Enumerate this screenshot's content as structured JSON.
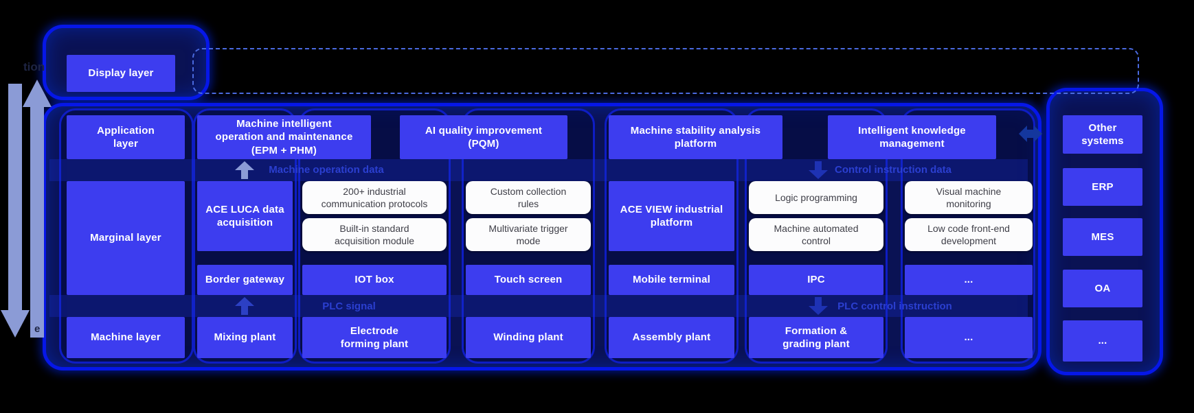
{
  "colors": {
    "background": "#000000",
    "box_blue": "#3D3DEF",
    "container_fill": "#0A1254",
    "container_border": "#0617E8",
    "white_box": "#FCFCFD",
    "white_box_text": "#3E3E47",
    "flow_label_blue": "#2B3FD0",
    "side_arrow": "#8B9BD6",
    "link_arrow": "#14379D",
    "dashed_border": "#4A6AE0"
  },
  "layer_column": {
    "display": "Display layer",
    "application": "Application\nlayer",
    "marginal": "Marginal layer",
    "machine": "Machine layer"
  },
  "application_row": {
    "epm": "Machine intelligent\noperation and maintenance\n(EPM + PHM)",
    "pqm": "AI quality improvement\n(PQM)",
    "stability": "Machine stability analysis\nplatform",
    "knowledge": "Intelligent knowledge\nmanagement"
  },
  "flow_labels": {
    "machine_operation_data": "Machine operation data",
    "control_instruction_data": "Control instruction data",
    "plc_signal": "PLC signal",
    "plc_control_instruction": "PLC control instruction"
  },
  "marginal_row": {
    "ace_luca": "ACE LUCA data\nacquisition",
    "protocols": "200+ industrial\ncommunication protocols",
    "builtin_module": "Built-in standard\nacquisition module",
    "custom_rules": "Custom collection\nrules",
    "multivariate": "Multivariate trigger\nmode",
    "ace_view": "ACE VIEW industrial\nplatform",
    "logic_programming": "Logic programming",
    "machine_automated": "Machine automated\ncontrol",
    "visual_monitoring": "Visual machine\nmonitoring",
    "low_code": "Low code front-end\ndevelopment"
  },
  "gateway_row": {
    "border_gateway": "Border gateway",
    "iot_box": "IOT box",
    "touch_screen": "Touch screen",
    "mobile_terminal": "Mobile terminal",
    "ipc": "IPC",
    "ellipsis": "..."
  },
  "machine_row": {
    "mixing": "Mixing plant",
    "electrode": "Electrode\nforming plant",
    "winding": "Winding plant",
    "assembly": "Assembly plant",
    "formation": "Formation &\ngrading plant",
    "ellipsis": "..."
  },
  "external_column": {
    "other_systems": "Other\nsystems",
    "erp": "ERP",
    "mes": "MES",
    "oa": "OA",
    "ellipsis": "..."
  },
  "fragments": {
    "top_left": "tion",
    "bottom_left": "e"
  }
}
